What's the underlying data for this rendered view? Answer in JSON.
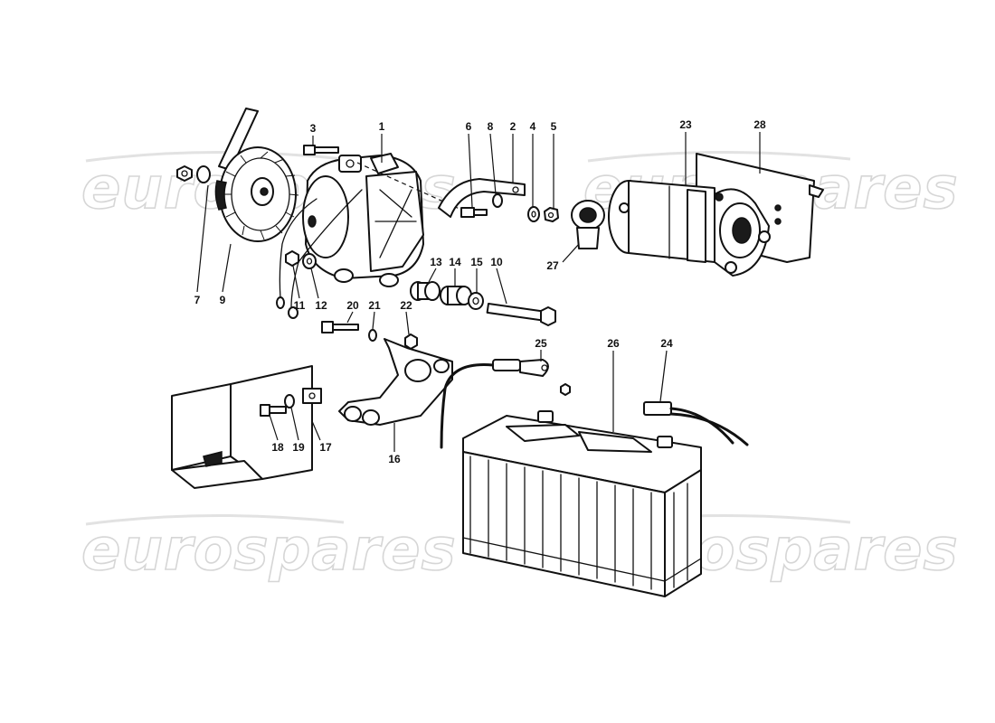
{
  "watermark": {
    "text": "eurospares"
  },
  "callouts": [
    {
      "id": "c1",
      "label": "1"
    },
    {
      "id": "c2",
      "label": "2"
    },
    {
      "id": "c3",
      "label": "3"
    },
    {
      "id": "c4",
      "label": "4"
    },
    {
      "id": "c5",
      "label": "5"
    },
    {
      "id": "c6",
      "label": "6"
    },
    {
      "id": "c7",
      "label": "7"
    },
    {
      "id": "c8",
      "label": "8"
    },
    {
      "id": "c9",
      "label": "9"
    },
    {
      "id": "c10",
      "label": "10"
    },
    {
      "id": "c11",
      "label": "11"
    },
    {
      "id": "c12",
      "label": "12"
    },
    {
      "id": "c13",
      "label": "13"
    },
    {
      "id": "c14",
      "label": "14"
    },
    {
      "id": "c15",
      "label": "15"
    },
    {
      "id": "c16",
      "label": "16"
    },
    {
      "id": "c17",
      "label": "17"
    },
    {
      "id": "c18",
      "label": "18"
    },
    {
      "id": "c19",
      "label": "19"
    },
    {
      "id": "c20",
      "label": "20"
    },
    {
      "id": "c21",
      "label": "21"
    },
    {
      "id": "c22",
      "label": "22"
    },
    {
      "id": "c23",
      "label": "23"
    },
    {
      "id": "c24",
      "label": "24"
    },
    {
      "id": "c25",
      "label": "25"
    },
    {
      "id": "c26",
      "label": "26"
    },
    {
      "id": "c27",
      "label": "27"
    },
    {
      "id": "c28",
      "label": "28"
    }
  ]
}
